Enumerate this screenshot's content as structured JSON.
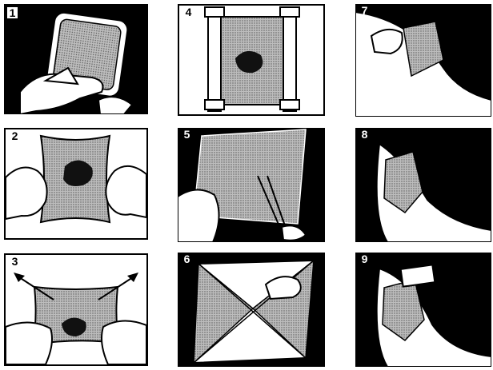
{
  "colors": {
    "ink": "#000000",
    "paper": "#ffffff",
    "dressing": "#cfcfcf",
    "wound": "#1a1a1a"
  },
  "panels": [
    {
      "number": "1",
      "icon": "peel-backing-icon"
    },
    {
      "number": "2",
      "icon": "hold-dressing-icon"
    },
    {
      "number": "3",
      "icon": "stretch-dressing-icon"
    },
    {
      "number": "4",
      "icon": "secure-with-tape-icon"
    },
    {
      "number": "5",
      "icon": "cut-dressing-icon"
    },
    {
      "number": "6",
      "icon": "fold-corners-icon"
    },
    {
      "number": "7",
      "icon": "apply-to-heel-icon"
    },
    {
      "number": "8",
      "icon": "heel-wrapped-icon"
    },
    {
      "number": "9",
      "icon": "heel-secured-icon"
    }
  ]
}
